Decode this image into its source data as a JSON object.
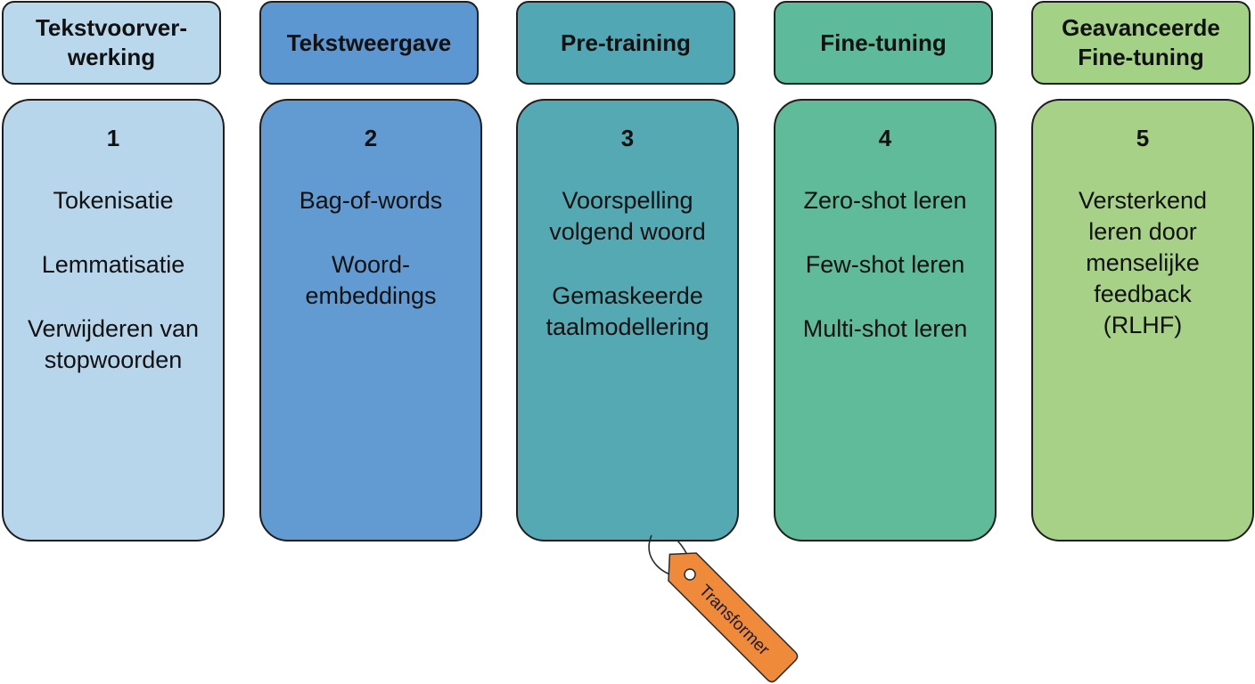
{
  "columns": [
    {
      "header": [
        "Tekstvoorver-",
        "werking"
      ],
      "number": "1",
      "items": [
        [
          "Tokenisatie"
        ],
        [
          "Lemmatisatie"
        ],
        [
          "Verwijderen van",
          "stopwoorden"
        ]
      ],
      "colors": {
        "header": "#bad8ec",
        "card": "#b7d6ec"
      }
    },
    {
      "header": [
        "Tekstweergave"
      ],
      "number": "2",
      "items": [
        [
          "Bag-of-words"
        ],
        [
          "Woord-",
          "embeddings"
        ]
      ],
      "colors": {
        "header": "#5d97d1",
        "card": "#619bd1"
      }
    },
    {
      "header": [
        "Pre-training"
      ],
      "number": "3",
      "items": [
        [
          "Voorspelling",
          "volgend woord"
        ],
        [
          "Gemaskeerde",
          "taalmodellering"
        ]
      ],
      "colors": {
        "header": "#52a7b5",
        "card": "#55a9b3"
      }
    },
    {
      "header": [
        "Fine-tuning"
      ],
      "number": "4",
      "items": [
        [
          "Zero-shot leren"
        ],
        [
          "Few-shot leren"
        ],
        [
          "Multi-shot leren"
        ]
      ],
      "colors": {
        "header": "#5dbb9b",
        "card": "#5fbb99"
      }
    },
    {
      "header": [
        "Geavanceerde",
        "Fine-tuning"
      ],
      "number": "5",
      "items": [
        [
          "Versterkend",
          "leren door",
          "menselijke",
          "feedback",
          "(RLHF)"
        ]
      ],
      "colors": {
        "header": "#a3d185",
        "card": "#a6d186"
      }
    }
  ],
  "tag": {
    "label": "Transformer",
    "color": "#ef8a3b"
  }
}
